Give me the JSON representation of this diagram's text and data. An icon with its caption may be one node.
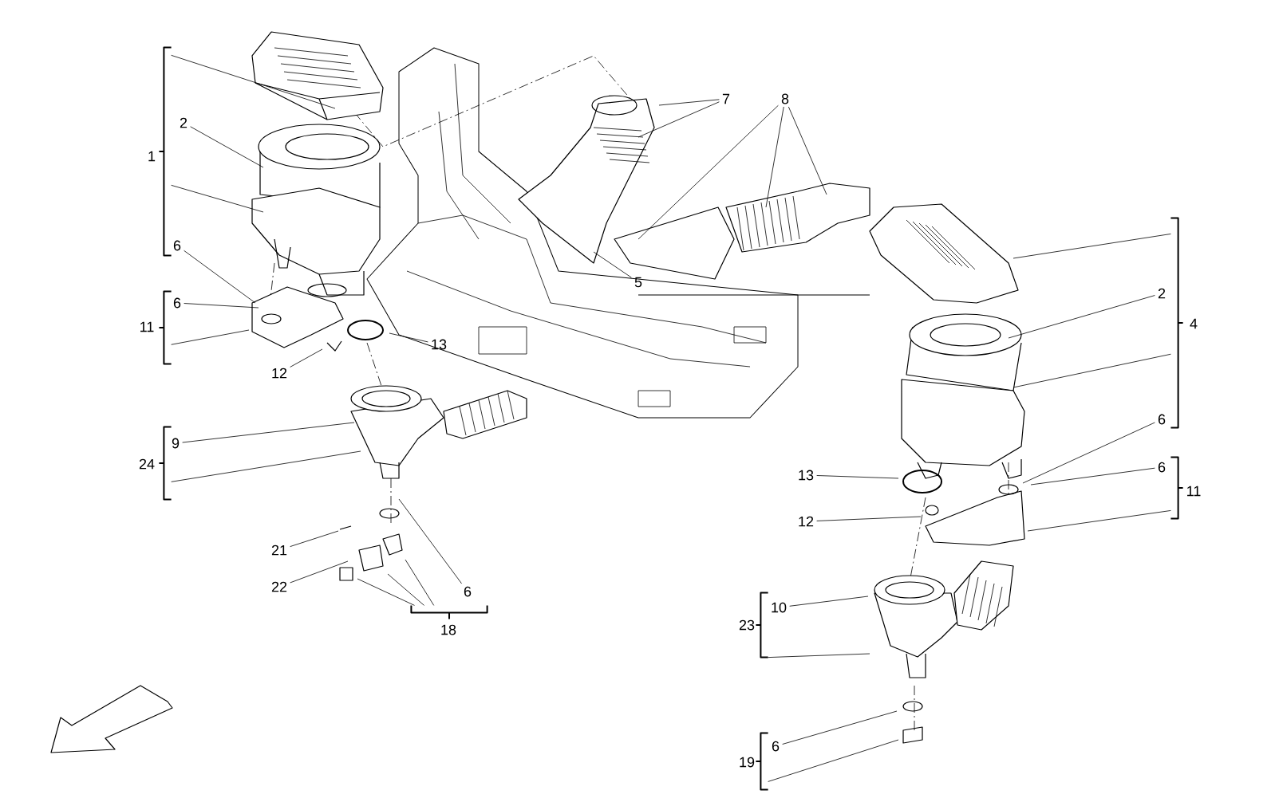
{
  "diagram": {
    "nodes": [
      {
        "text": [
          "7"
        ]
      },
      {
        "text": [
          "8"
        ]
      },
      {
        "text": [
          "2"
        ]
      },
      {
        "text": [
          "6"
        ]
      },
      {
        "text": [
          "5"
        ]
      },
      {
        "text": [
          "2"
        ]
      },
      {
        "text": [
          "6"
        ]
      },
      {
        "text": [
          "13"
        ]
      },
      {
        "text": [
          "12"
        ]
      },
      {
        "text": [
          "6"
        ]
      },
      {
        "text": [
          "9"
        ]
      },
      {
        "text": [
          "6"
        ]
      },
      {
        "text": [
          "13"
        ]
      },
      {
        "text": [
          "12"
        ]
      },
      {
        "text": [
          "21"
        ]
      },
      {
        "text": [
          "22"
        ]
      },
      {
        "text": [
          "6"
        ]
      },
      {
        "text": [
          "10"
        ]
      },
      {
        "text": [
          "6"
        ]
      },
      {
        "text": [],
        "shape": "bar",
        "beside": [
          "1"
        ]
      },
      {
        "text": [],
        "shape": "bar",
        "beside": [
          "4"
        ]
      },
      {
        "text": [],
        "shape": "bar",
        "beside": [
          "11"
        ]
      },
      {
        "text": [],
        "shape": "bar",
        "beside": [
          "24"
        ]
      },
      {
        "text": [],
        "shape": "bar",
        "beside": [
          "11"
        ]
      },
      {
        "text": [],
        "shape": "bar",
        "beside": [
          "23"
        ]
      },
      {
        "text": [],
        "shape": "bar",
        "beside": [
          "18"
        ]
      },
      {
        "text": [],
        "shape": "bar",
        "beside": [
          "19"
        ]
      }
    ],
    "edges": [
      {
        "from": 0,
        "to": null,
        "arrow": "none"
      },
      {
        "from": 0,
        "to": null,
        "arrow": "none"
      },
      {
        "from": 1,
        "to": null,
        "arrow": "none"
      },
      {
        "from": 1,
        "to": null,
        "arrow": "none"
      },
      {
        "from": 1,
        "to": null,
        "arrow": "none"
      },
      {
        "from": 2,
        "to": null,
        "arrow": "none"
      },
      {
        "from": 3,
        "to": null,
        "arrow": "none"
      },
      {
        "from": 4,
        "to": null,
        "arrow": "none"
      },
      {
        "from": 5,
        "to": null,
        "arrow": "none"
      },
      {
        "from": 6,
        "to": null,
        "arrow": "none"
      },
      {
        "from": 7,
        "to": null,
        "arrow": "none"
      },
      {
        "from": 8,
        "to": null,
        "arrow": "none"
      },
      {
        "from": 9,
        "to": null,
        "arrow": "none"
      },
      {
        "from": 10,
        "to": null,
        "arrow": "none"
      },
      {
        "from": 11,
        "to": null,
        "arrow": "none"
      },
      {
        "from": 12,
        "to": null,
        "arrow": "none"
      },
      {
        "from": 13,
        "to": null,
        "arrow": "none"
      },
      {
        "from": 14,
        "to": null,
        "arrow": "none"
      },
      {
        "from": 15,
        "to": null,
        "arrow": "none"
      },
      {
        "from": 16,
        "to": null,
        "arrow": "none"
      },
      {
        "from": 17,
        "to": null,
        "arrow": "none"
      },
      {
        "from": 18,
        "to": null,
        "arrow": "none"
      },
      {
        "from": 19,
        "to": null,
        "arrow": "none"
      },
      {
        "from": 19,
        "to": null,
        "arrow": "none"
      },
      {
        "from": 20,
        "to": null,
        "arrow": "none"
      },
      {
        "from": 20,
        "to": null,
        "arrow": "none"
      },
      {
        "from": 21,
        "to": null,
        "arrow": "none"
      },
      {
        "from": 22,
        "to": null,
        "arrow": "none"
      },
      {
        "from": 23,
        "to": null,
        "arrow": "none"
      },
      {
        "from": 24,
        "to": null,
        "arrow": "none"
      },
      {
        "from": 25,
        "to": null,
        "arrow": "none"
      },
      {
        "from": 25,
        "to": null,
        "arrow": "none"
      },
      {
        "from": 25,
        "to": null,
        "arrow": "none"
      },
      {
        "from": 26,
        "to": null,
        "arrow": "none"
      }
    ]
  }
}
